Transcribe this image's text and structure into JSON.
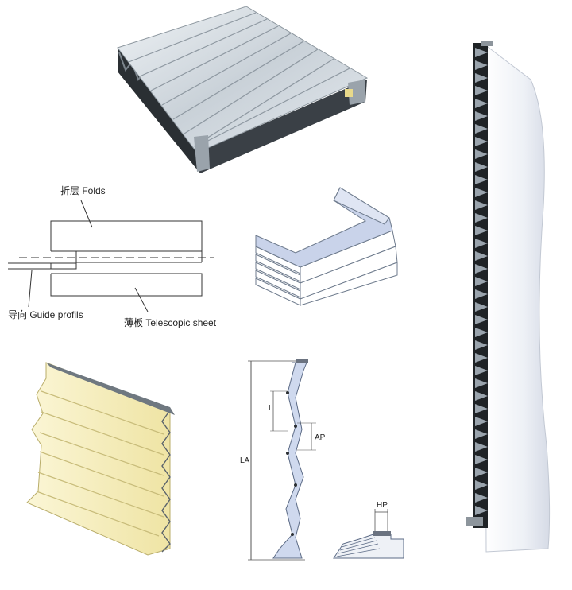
{
  "labels": {
    "folds": "折层 Folds",
    "guide_profiles": "导向 Guide profils",
    "telescopic_sheet": "薄板 Telescopic sheet"
  },
  "dimensions": {
    "l": "L",
    "ap": "AP",
    "la": "LA",
    "hp": "HP"
  },
  "colors": {
    "steel_light": "#dfe5ea",
    "steel_mid": "#b8c2cb",
    "steel_dark": "#5b636b",
    "bellows_dark": "#1f2326",
    "cream": "#f3ecb8",
    "cream_shadow": "#d9cf8c",
    "lavender": "#c9d3ea"
  }
}
